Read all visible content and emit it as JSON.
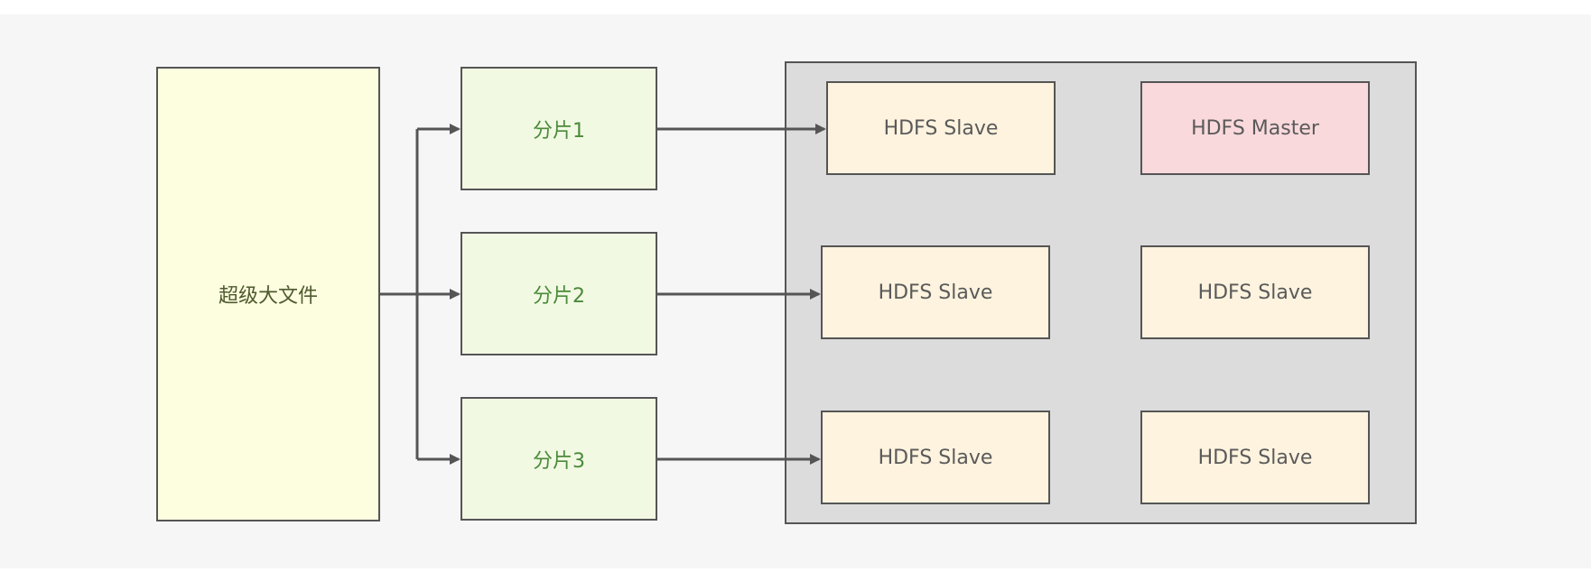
{
  "diagram": {
    "source": {
      "label": "超级大文件"
    },
    "shards": [
      {
        "label": "分片1"
      },
      {
        "label": "分片2"
      },
      {
        "label": "分片3"
      }
    ],
    "cluster": {
      "nodes": [
        {
          "label": "HDFS Slave"
        },
        {
          "label": "HDFS Master"
        },
        {
          "label": "HDFS Slave"
        },
        {
          "label": "HDFS Slave"
        },
        {
          "label": "HDFS Slave"
        },
        {
          "label": "HDFS Slave"
        }
      ]
    },
    "colors": {
      "background": "#f6f6f6",
      "cluster_fill": "#dcdcdc",
      "source_fill": "#fdfde0",
      "shard_fill": "#f2f9e3",
      "slave_fill": "#fdf3df",
      "master_fill": "#f9d9dc",
      "stroke": "#555555"
    }
  }
}
